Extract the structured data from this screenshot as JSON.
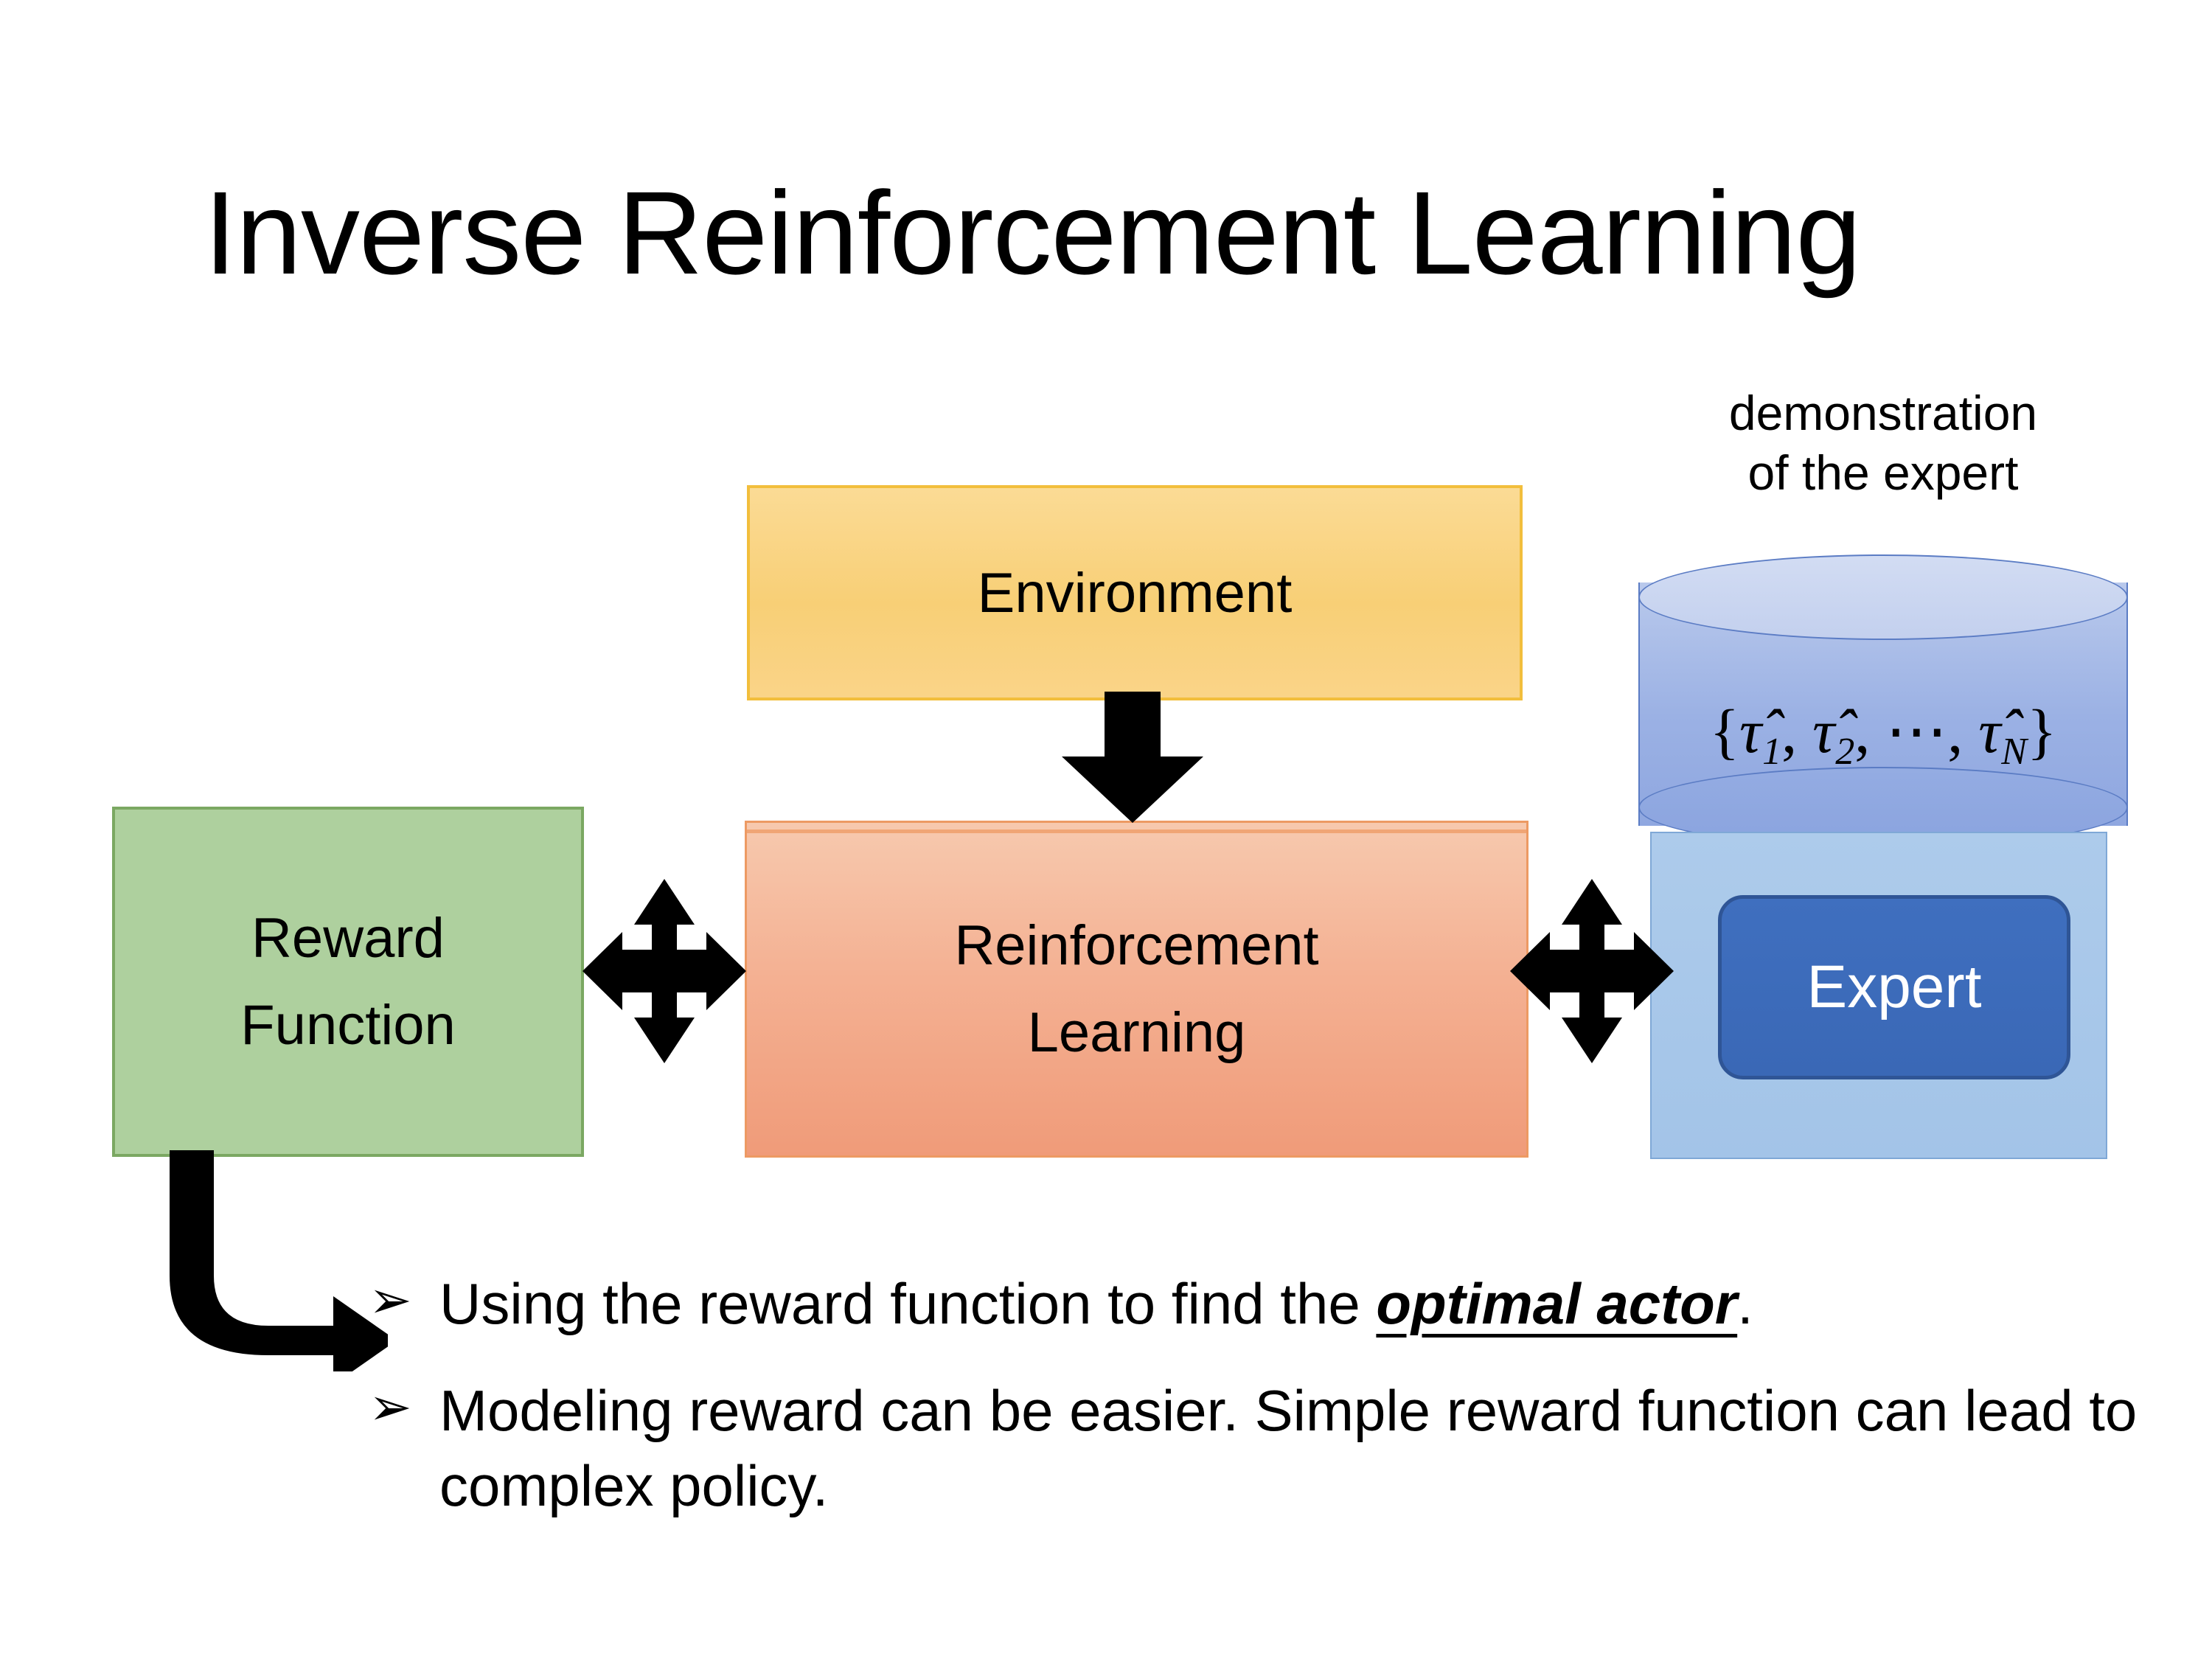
{
  "slide": {
    "title": "Inverse Reinforcement Learning"
  },
  "diagram": {
    "environment": {
      "label": "Environment",
      "fill": "#F8CF76",
      "border": "#F2BE3C"
    },
    "reinforcement_learning": {
      "line1": "Reinforcement",
      "line2": "Learning",
      "fill": "#F4B193",
      "border": "#ED9A63"
    },
    "reward_function": {
      "line1": "Reward",
      "line2": "Function",
      "fill": "#AED09E",
      "border": "#7BA862"
    },
    "expert": {
      "label": "Expert",
      "fill": "#3F6FBF",
      "border": "#2F5596",
      "text_color": "#FFFFFF"
    },
    "expert_panel": {
      "fill": "#A8C5E8",
      "border": "#7FA8D6"
    },
    "demonstration_caption": {
      "line1": "demonstration",
      "line2": "of the expert"
    },
    "trajectory_set": {
      "open_brace": "{",
      "items": [
        "τ̂",
        "τ̂",
        "⋯",
        "τ̂"
      ],
      "subscripts": [
        "1",
        "2",
        "",
        "N"
      ],
      "separator": ",",
      "close_brace": "}",
      "plain": "{τ̂1, τ̂2, ⋯, τ̂N}",
      "fill": "#9BB1E4",
      "border": "#5B7CC4"
    },
    "arrows": [
      {
        "name": "environment-to-rl",
        "kind": "down-arrow",
        "color": "#000000"
      },
      {
        "name": "reward-rl-bidirectional",
        "kind": "four-way-arrow",
        "color": "#000000"
      },
      {
        "name": "rl-expert-bidirectional",
        "kind": "four-way-arrow",
        "color": "#000000"
      },
      {
        "name": "reward-to-bullets",
        "kind": "bent-arrow",
        "color": "#000000"
      }
    ]
  },
  "bullets": [
    {
      "marker": "➢",
      "text_before": "Using the reward function to find the ",
      "emphasis": "optimal actor",
      "text_after": "."
    },
    {
      "marker": "➢",
      "text_before": "Modeling reward can be easier. Simple reward function can lead to complex policy.",
      "emphasis": "",
      "text_after": ""
    }
  ]
}
